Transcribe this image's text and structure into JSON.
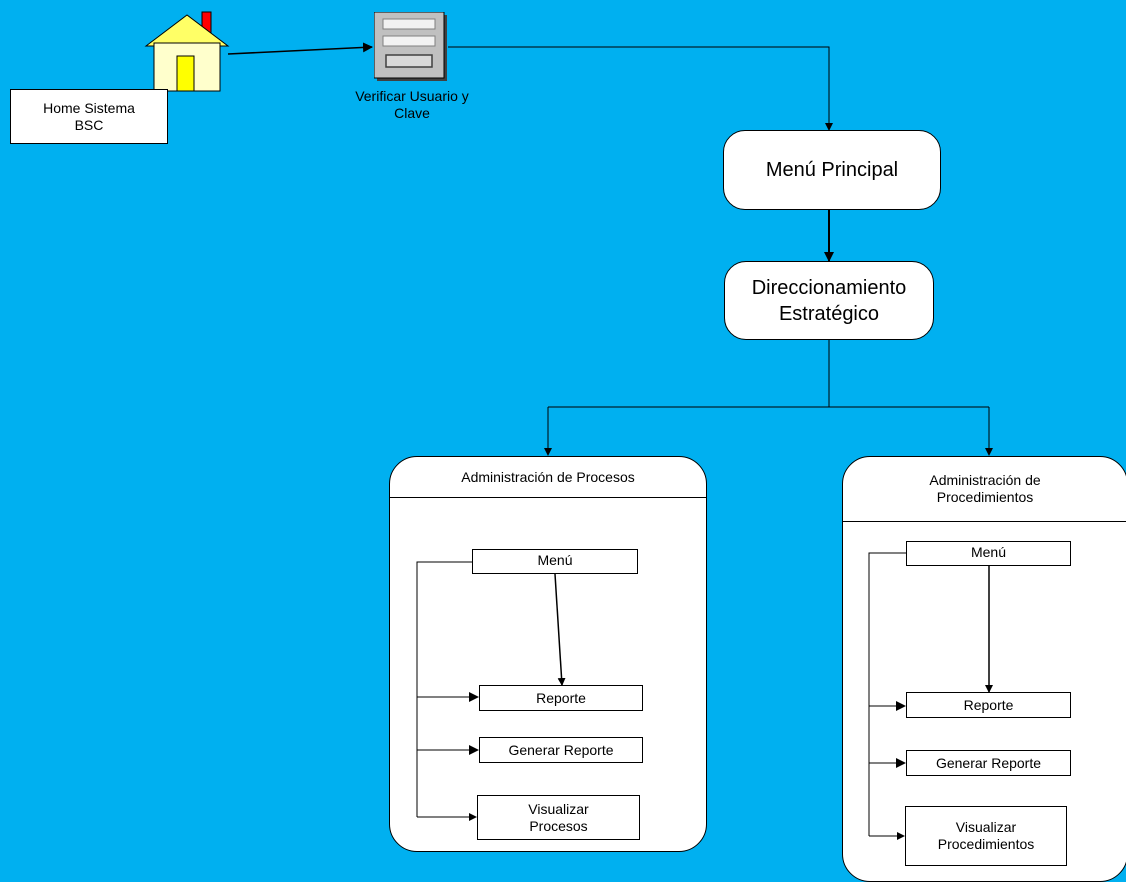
{
  "nodes": {
    "home": "Home Sistema\nBSC",
    "verify": "Verificar Usuario y\nClave",
    "menu_principal": "Menú Principal",
    "direccionamiento": "Direccionamiento\nEstratégico"
  },
  "panel_procesos": {
    "title": "Administración de Procesos",
    "menu": "Menú",
    "reporte": "Reporte",
    "generar": "Generar Reporte",
    "visualizar": "Visualizar\nProcesos"
  },
  "panel_procedimientos": {
    "title": "Administración de\nProcedimientos",
    "menu": "Menú",
    "reporte": "Reporte",
    "generar": "Generar Reporte",
    "visualizar": "Visualizar\nProcedimientos"
  },
  "colors": {
    "background": "#00B0F0",
    "house_wall": "#FFFFCC",
    "house_door": "#FFFF00",
    "chimney": "#FF0000"
  },
  "icons": {
    "home": "house-icon",
    "verify": "form-icon"
  }
}
